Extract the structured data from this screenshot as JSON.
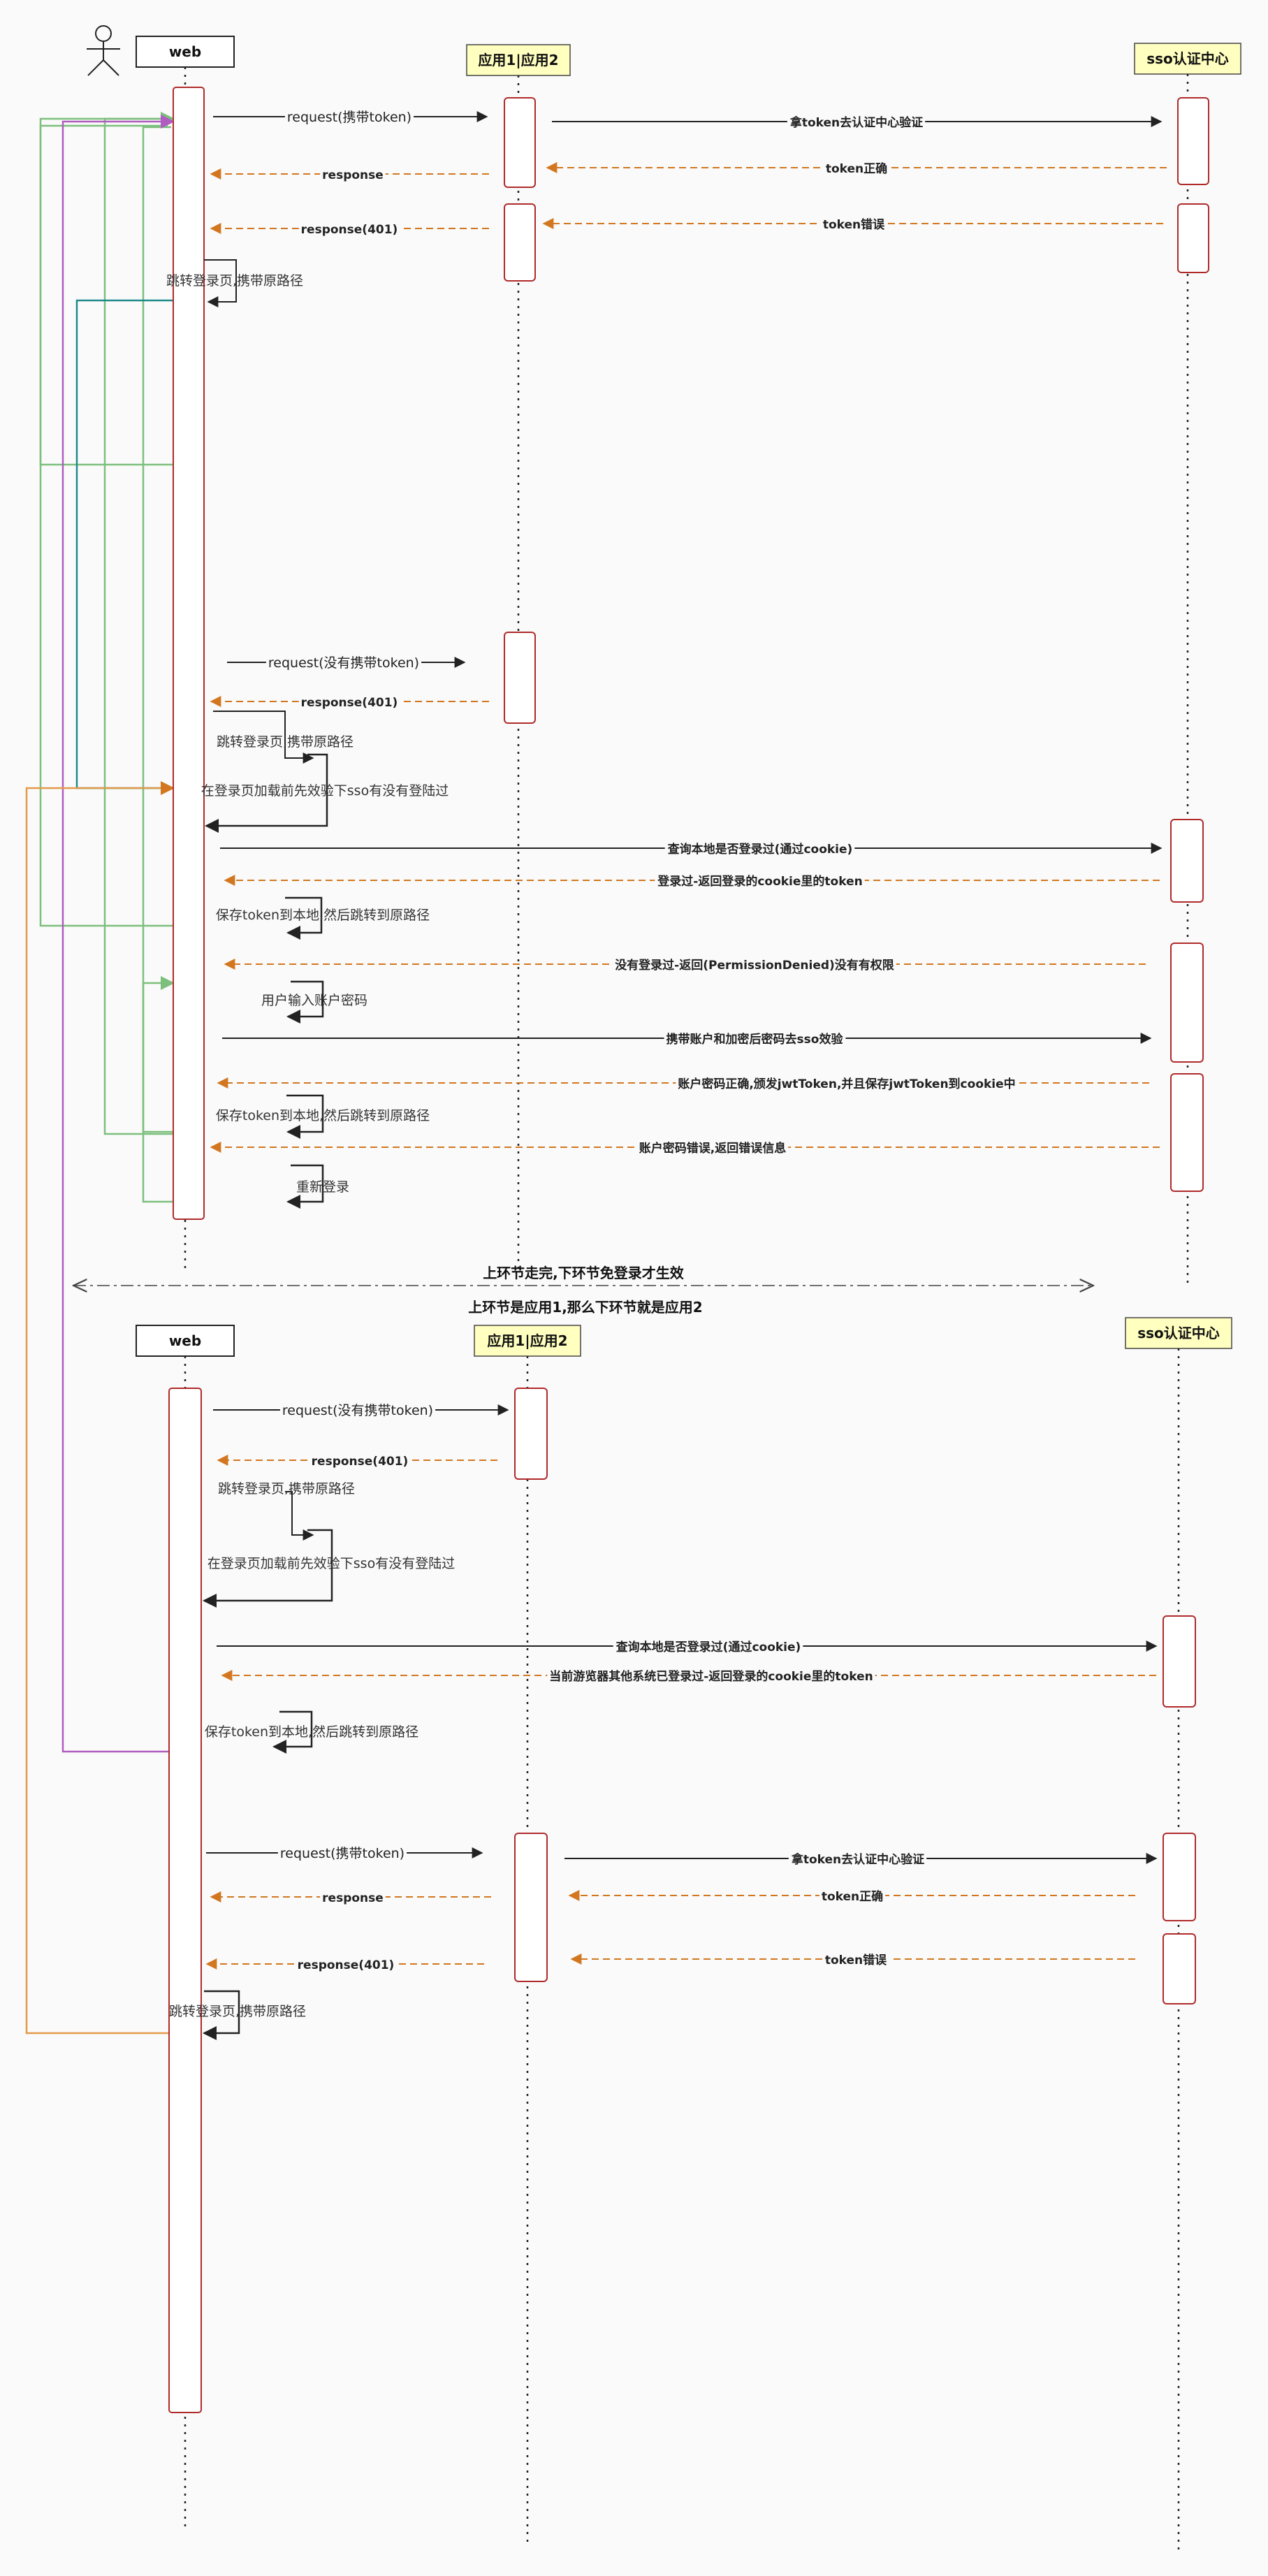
{
  "participants": {
    "web": "web",
    "app": "应用1|应用2",
    "sso": "sso认证中心"
  },
  "top": {
    "m1": "request(携带token)",
    "m2": "拿token去认证中心验证",
    "m3": "token正确",
    "m4": "response",
    "m5": "token错误",
    "m6": "response(401)",
    "m7": "跳转登录页,携带原路径",
    "m8": "request(没有携带token)",
    "m9": "response(401)",
    "m10": "跳转登录页,携带原路径",
    "m11": "在登录页加载前先效验下sso有没有登陆过",
    "m12": "查询本地是否登录过(通过cookie)",
    "m13": "登录过-返回登录的cookie里的token",
    "m14": "保存token到本地,然后跳转到原路径",
    "m15": "没有登录过-返回(PermissionDenied)没有有权限",
    "m16": "用户输入账户密码",
    "m17": "携带账户和加密后密码去sso效验",
    "m18": "账户密码正确,颁发jwtToken,并且保存jwtToken到cookie中",
    "m19": "保存token到本地,然后跳转到原路径",
    "m20": "账户密码错误,返回错误信息",
    "m21": "重新登录"
  },
  "divider": {
    "line1": "上环节走完,下环节免登录才生效",
    "line2": "上环节是应用1,那么下环节就是应用2"
  },
  "bottom": {
    "m1": "request(没有携带token)",
    "m2": "response(401)",
    "m3": "跳转登录页,携带原路径",
    "m4": "在登录页加载前先效验下sso有没有登陆过",
    "m5": "查询本地是否登录过(通过cookie)",
    "m6": "当前游览器其他系统已登录过-返回登录的cookie里的token",
    "m7": "保存token到本地,然后跳转到原路径",
    "m8": "request(携带token)",
    "m9": "拿token去认证中心验证",
    "m10": "response",
    "m11": "token正确",
    "m12": "response(401)",
    "m13": "token错误",
    "m14": "跳转登录页,携带原路径"
  },
  "colors": {
    "solid_arrow": "#222222",
    "dashed_arrow": "#d2771f",
    "activation_border": "#b02a2a",
    "header_fill": "#ffffc0",
    "loop_green": "#7dbf7d",
    "loop_purple": "#b05cc0",
    "loop_teal": "#1f8a8a",
    "loop_orange": "#e39a4a"
  }
}
